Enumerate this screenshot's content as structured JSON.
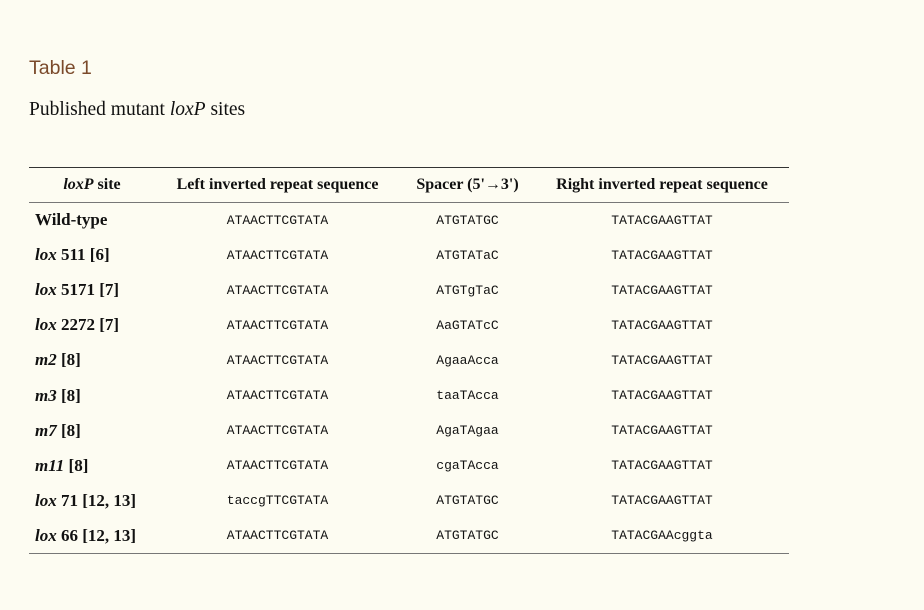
{
  "page": {
    "table_label": "Table 1",
    "caption_prefix": "Published mutant ",
    "caption_italic": "loxP",
    "caption_suffix": " sites"
  },
  "table": {
    "headers": {
      "site_italic": "loxP",
      "site_rest": " site",
      "left": "Left inverted repeat sequence",
      "spacer": "Spacer (5'→3')",
      "right": "Right inverted repeat sequence"
    },
    "rows": [
      {
        "site_italic": "",
        "site_rest": "Wild-type",
        "left": "ATAACTTCGTATA",
        "spacer": "ATGTATGC",
        "right": "TATACGAAGTTAT"
      },
      {
        "site_italic": "lox",
        "site_rest": " 511 [6]",
        "left": "ATAACTTCGTATA",
        "spacer": "ATGTATaC",
        "right": "TATACGAAGTTAT"
      },
      {
        "site_italic": "lox",
        "site_rest": " 5171 [7]",
        "left": "ATAACTTCGTATA",
        "spacer": "ATGTgTaC",
        "right": "TATACGAAGTTAT"
      },
      {
        "site_italic": "lox",
        "site_rest": " 2272 [7]",
        "left": "ATAACTTCGTATA",
        "spacer": "AaGTATcC",
        "right": "TATACGAAGTTAT"
      },
      {
        "site_italic": "m2",
        "site_rest": " [8]",
        "left": "ATAACTTCGTATA",
        "spacer": "AgaaAcca",
        "right": "TATACGAAGTTAT"
      },
      {
        "site_italic": "m3",
        "site_rest": " [8]",
        "left": "ATAACTTCGTATA",
        "spacer": "taaTAcca",
        "right": "TATACGAAGTTAT"
      },
      {
        "site_italic": "m7",
        "site_rest": " [8]",
        "left": "ATAACTTCGTATA",
        "spacer": "AgaTAgaa",
        "right": "TATACGAAGTTAT"
      },
      {
        "site_italic": "m11",
        "site_rest": " [8]",
        "left": "ATAACTTCGTATA",
        "spacer": "cgaTAcca",
        "right": "TATACGAAGTTAT"
      },
      {
        "site_italic": "lox",
        "site_rest": " 71 [12, 13]",
        "left": "taccgTTCGTATA",
        "spacer": "ATGTATGC",
        "right": "TATACGAAGTTAT"
      },
      {
        "site_italic": "lox",
        "site_rest": " 66 [12, 13]",
        "left": "ATAACTTCGTATA",
        "spacer": "ATGTATGC",
        "right": "TATACGAAcggta"
      }
    ]
  }
}
